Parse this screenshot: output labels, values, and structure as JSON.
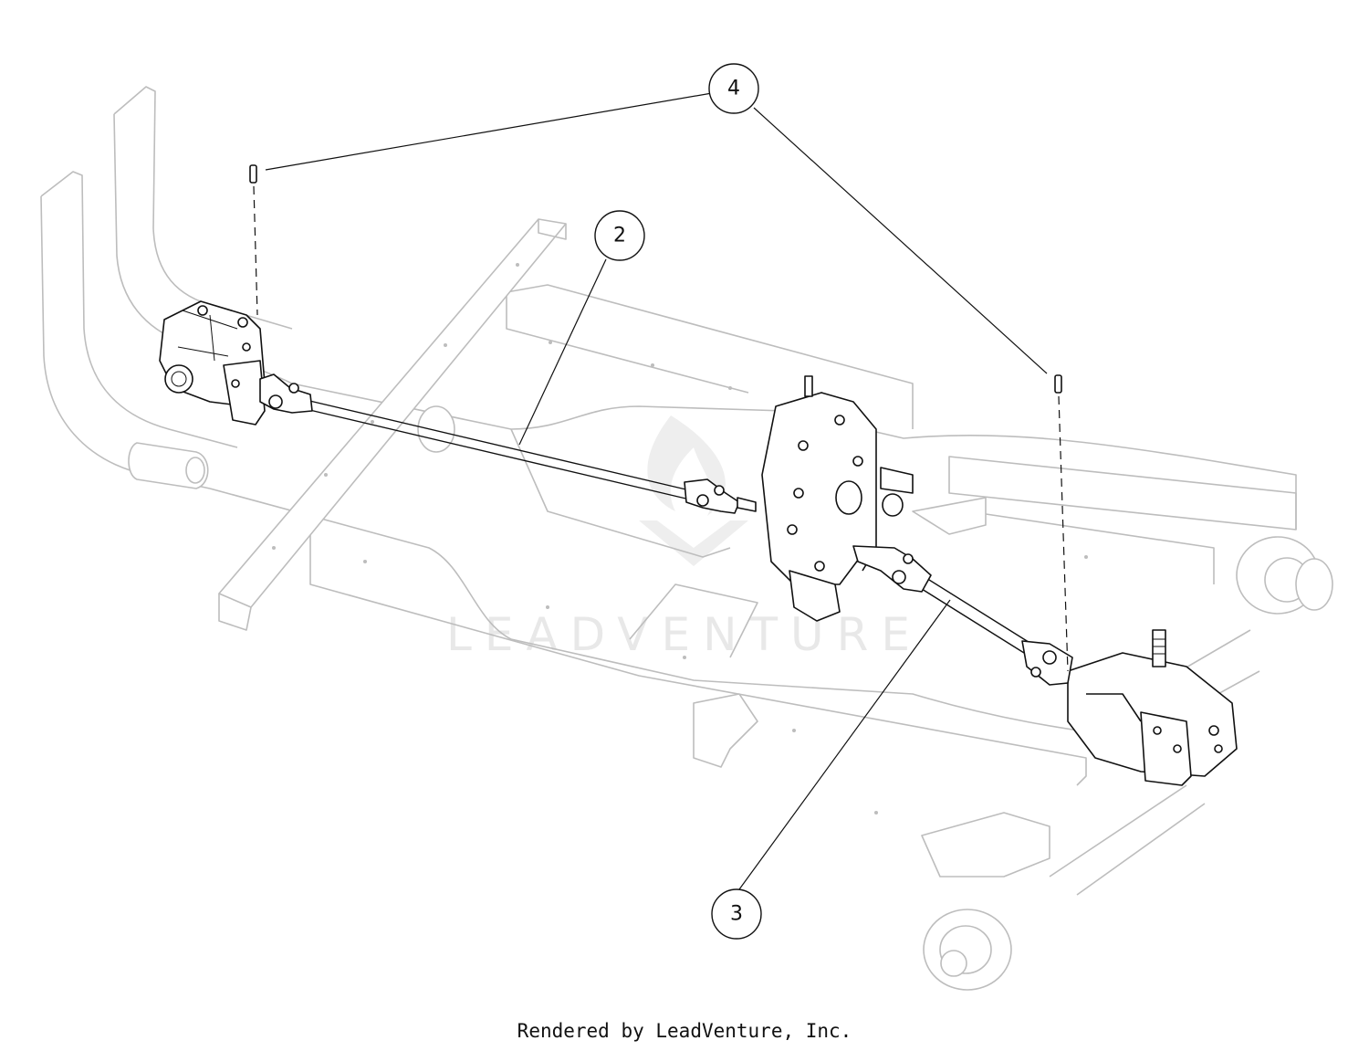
{
  "callouts": [
    {
      "label": "4"
    },
    {
      "label": "2"
    },
    {
      "label": "3"
    }
  ],
  "watermark": {
    "text": "LEADVENTURE"
  },
  "footer": {
    "credit": "Rendered by LeadVenture, Inc."
  },
  "colors": {
    "frame_line": "#bdbdbd",
    "part_line": "#111111",
    "watermark": "#e8e8e8",
    "background": "#ffffff"
  }
}
